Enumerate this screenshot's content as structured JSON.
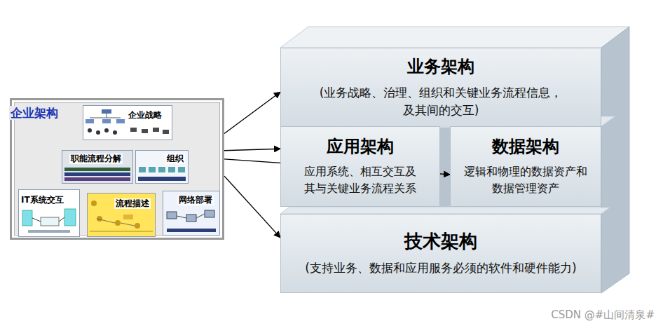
{
  "diagram": {
    "nodes": [
      {
        "text": [
          "企业架构"
        ]
      },
      {
        "text": [
          "企业战略"
        ],
        "in": 0
      },
      {
        "text": [
          "职能流程分解"
        ],
        "in": 0
      },
      {
        "text": [
          "组织"
        ],
        "in": 0
      },
      {
        "text": [
          "IT系统交互"
        ],
        "in": 0
      },
      {
        "text": [
          "流程描述"
        ],
        "in": 0
      },
      {
        "text": [
          "网络部署"
        ],
        "in": 0
      },
      {
        "text": [
          "业务架构",
          "(业务战略、治理、组织和关键业务流程信息， 及其间的交互)"
        ]
      },
      {
        "text": [
          "应用架构",
          "应用系统、相互交互及 其与关键业务流程关系"
        ]
      },
      {
        "text": [
          "数据架构",
          "逻辑和物理的数据资产和 数据管理资产"
        ]
      },
      {
        "text": [
          "技术架构",
          "(支持业务、数据和应用服务必须的软件和硬件能力)"
        ]
      }
    ],
    "edges": [
      {
        "from": 1,
        "to": 2,
        "arrow": "both"
      },
      {
        "from": 1,
        "to": 3,
        "arrow": "both"
      },
      {
        "from": 2,
        "to": 4,
        "arrow": "both"
      },
      {
        "from": 2,
        "to": 5,
        "arrow": "both"
      },
      {
        "from": 4,
        "to": 5,
        "arrow": "both"
      },
      {
        "from": 5,
        "to": 6,
        "arrow": "both"
      },
      {
        "from": 0,
        "to": 7,
        "arrow": "to"
      },
      {
        "from": 0,
        "to": 8,
        "arrow": "to"
      },
      {
        "from": 0,
        "to": 9,
        "arrow": "to"
      },
      {
        "from": 0,
        "to": 10,
        "arrow": "to"
      }
    ],
    "labels": [
      "CSDN @#山间清泉#"
    ]
  }
}
